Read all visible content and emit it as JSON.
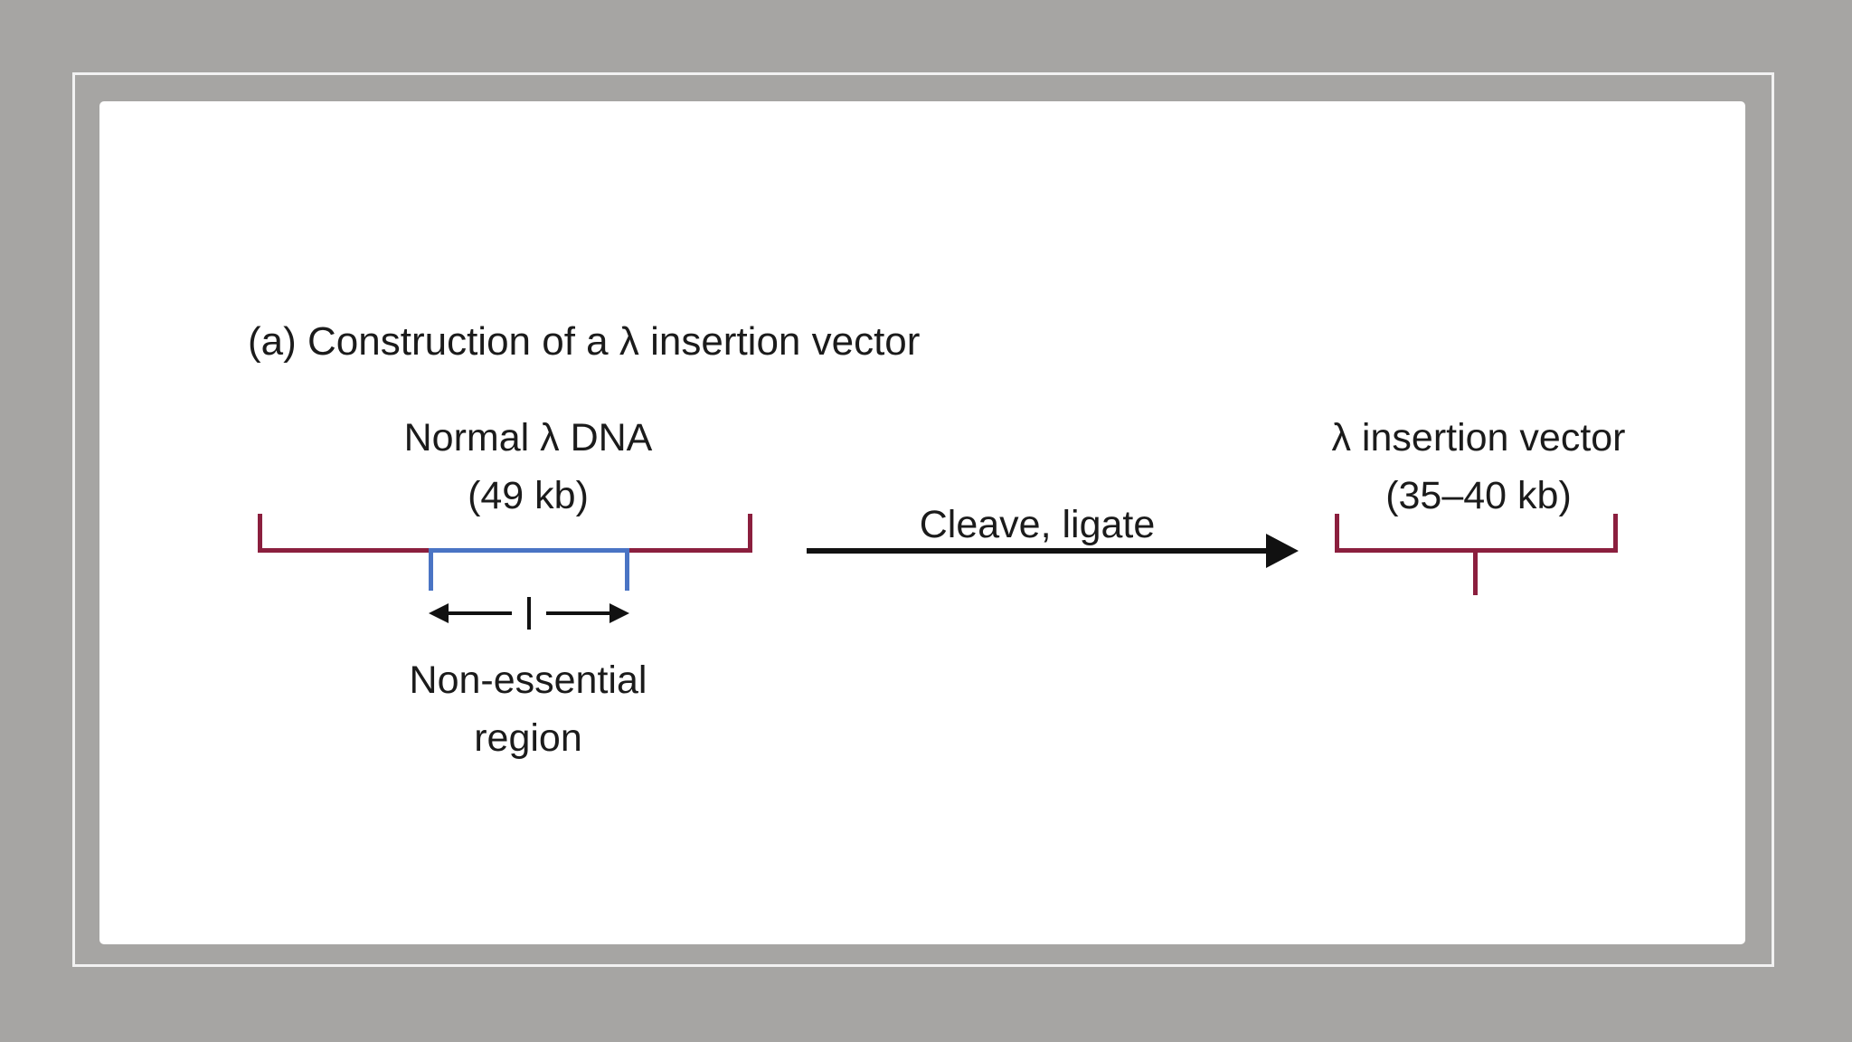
{
  "page": {
    "background_color": "#a6a5a3",
    "panel_color": "#ffffff"
  },
  "diagram": {
    "title": "(a) Construction of a λ insertion vector",
    "normal_dna": {
      "name": "Normal λ DNA",
      "size": "(49 kb)"
    },
    "non_essential": {
      "line1": "Non-essential",
      "line2": "region"
    },
    "process": {
      "label": "Cleave, ligate"
    },
    "insertion_vector": {
      "name": "λ insertion vector",
      "size": "(35–40 kb)"
    },
    "colors": {
      "dna_line": "#8b1f3e",
      "non_essential_line": "#4a74c4",
      "arrow": "#111111",
      "text": "#1b1b1b"
    }
  }
}
